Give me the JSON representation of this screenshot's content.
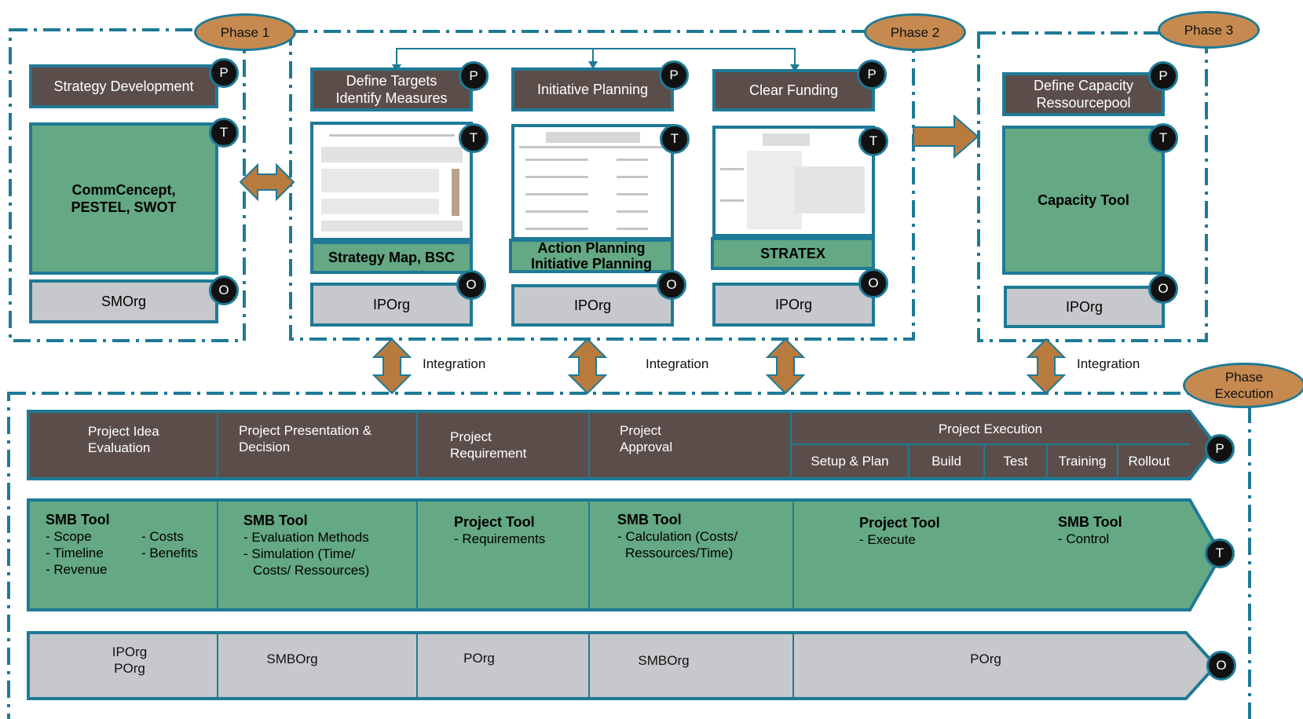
{
  "phases": {
    "phase1": "Phase 1",
    "phase2": "Phase 2",
    "phase3": "Phase 3",
    "execution_line1": "Phase",
    "execution_line2": "Execution"
  },
  "phase1": {
    "process": "Strategy Development",
    "tool": [
      "CommCencept,",
      "PESTEL, SWOT"
    ],
    "org": "SMOrg"
  },
  "phase2": {
    "columns": [
      {
        "process": [
          "Define Targets",
          "Identify Measures"
        ],
        "tool": "Strategy Map, BSC",
        "org": "IPOrg"
      },
      {
        "process": [
          "Initiative Planning"
        ],
        "tool": [
          "Action Planning",
          "Initiative Planning"
        ],
        "org": "IPOrg"
      },
      {
        "process": [
          "Clear Funding"
        ],
        "tool": "STRATEX",
        "org": "IPOrg"
      }
    ]
  },
  "phase3": {
    "process": [
      "Define Capacity",
      "Ressourcepool"
    ],
    "tool": "Capacity Tool",
    "org": "IPOrg"
  },
  "integration_label": "Integration",
  "badges": {
    "p": "P",
    "t": "T",
    "o": "O"
  },
  "execution": {
    "process": {
      "segments": [
        [
          "Project Idea",
          "Evaluation"
        ],
        [
          "Project Presentation &",
          "Decision"
        ],
        [
          "Project",
          "Requirement"
        ],
        [
          "Project",
          "Approval"
        ]
      ],
      "execution_header": "Project Execution",
      "sub_steps": [
        "Setup & Plan",
        "Build",
        "Test",
        "Training",
        "Rollout"
      ]
    },
    "tools": {
      "seg1": {
        "title": "SMB Tool",
        "left": [
          "- Scope",
          "- Timeline",
          "- Revenue"
        ],
        "right": [
          "- Costs",
          "- Benefits"
        ]
      },
      "seg2": {
        "title": "SMB Tool",
        "items": [
          "- Evaluation  Methods",
          "- Simulation  (Time/",
          "Costs/ Ressources)"
        ]
      },
      "seg3": {
        "title": "Project Tool",
        "items": [
          "- Requirements"
        ]
      },
      "seg4": {
        "title": "SMB Tool",
        "items": [
          "- Calculation  (Costs/",
          "Ressources/Time)"
        ]
      },
      "seg5a": {
        "title": "Project Tool",
        "items": [
          "- Execute"
        ]
      },
      "seg5b": {
        "title": "SMB Tool",
        "items": [
          "- Control"
        ]
      }
    },
    "orgs": [
      [
        "IPOrg",
        "POrg"
      ],
      [
        "SMBOrg"
      ],
      [
        "POrg"
      ],
      [
        "SMBOrg"
      ],
      [
        "POrg"
      ]
    ]
  },
  "colors": {
    "frame": "#1e7a96",
    "process_fill": "#5b4e4a",
    "tool_fill": "#64a884",
    "org_fill": "#c6c8cb",
    "phase_fill": "#c68a50",
    "arrow_fill": "#b97a3e"
  }
}
